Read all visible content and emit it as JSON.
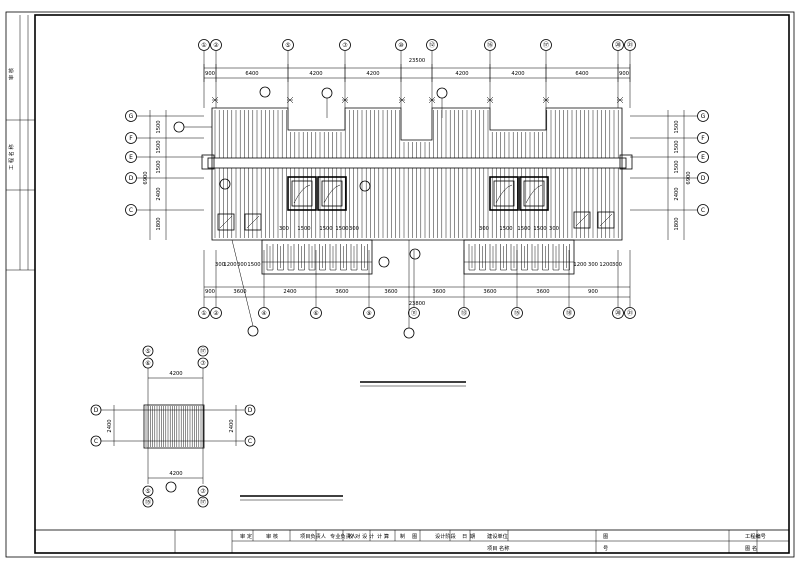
{
  "plan": {
    "top_axes": [
      "①",
      "②",
      "⑤",
      "⑦",
      "⑩",
      "⑫",
      "⑯",
      "⑰",
      "⑳",
      "㉑"
    ],
    "bottom_axes": [
      "①",
      "②",
      "④",
      "⑥",
      "⑨",
      "⑪",
      "⑬",
      "⑮",
      "⑱",
      "⑳",
      "㉑"
    ],
    "row_axes": [
      "G",
      "F",
      "E",
      "D",
      "C"
    ],
    "overall_dim": "23500",
    "bottom_overall_dim": "23800",
    "top_dims": [
      "900",
      "6400",
      "4200",
      "4200",
      "4200",
      "4200",
      "6400",
      "900"
    ],
    "bottom_dims": [
      "900",
      "3600",
      "2400",
      "3600",
      "3600",
      "3600",
      "3600",
      "3600",
      "900"
    ],
    "left_dims": [
      "1500",
      "1500",
      "1500",
      "2400",
      "1800"
    ],
    "left_total": "6900",
    "right_dims": [
      "1500",
      "1500",
      "1500",
      "2400",
      "1800"
    ],
    "right_total": "6900",
    "balcony_dims_left": [
      "300",
      "1500",
      "1500",
      "1500",
      "300"
    ],
    "balcony_dims_right": [
      "300",
      "1500",
      "1500",
      "1500",
      "300"
    ],
    "step_dims_left": [
      "300",
      "1200",
      "300",
      "1500"
    ],
    "step_dims_right": [
      "1200",
      "300",
      "1200",
      "300"
    ]
  },
  "detail": {
    "top_axes": [
      "⑤",
      "⑥",
      "⑰",
      "⑦"
    ],
    "bottom_axes": [
      "⑤",
      "⑮",
      "⑦",
      "⑰"
    ],
    "row_axes": [
      "D",
      "C"
    ],
    "width_dim": "4200",
    "height_dim": "2400"
  },
  "sidebar": {
    "labels": [
      "审 核",
      "工 程 名 称"
    ]
  },
  "titleblock": {
    "cells": [
      "审 定",
      "审 核",
      "项目负责人",
      "专业负责人",
      "校",
      "对",
      "设 计",
      "计 算",
      "制",
      "图",
      "设计阶段",
      "日",
      "期",
      "建设单位",
      "项目 名称",
      "图",
      "号",
      "工程编号",
      "图 名"
    ]
  }
}
